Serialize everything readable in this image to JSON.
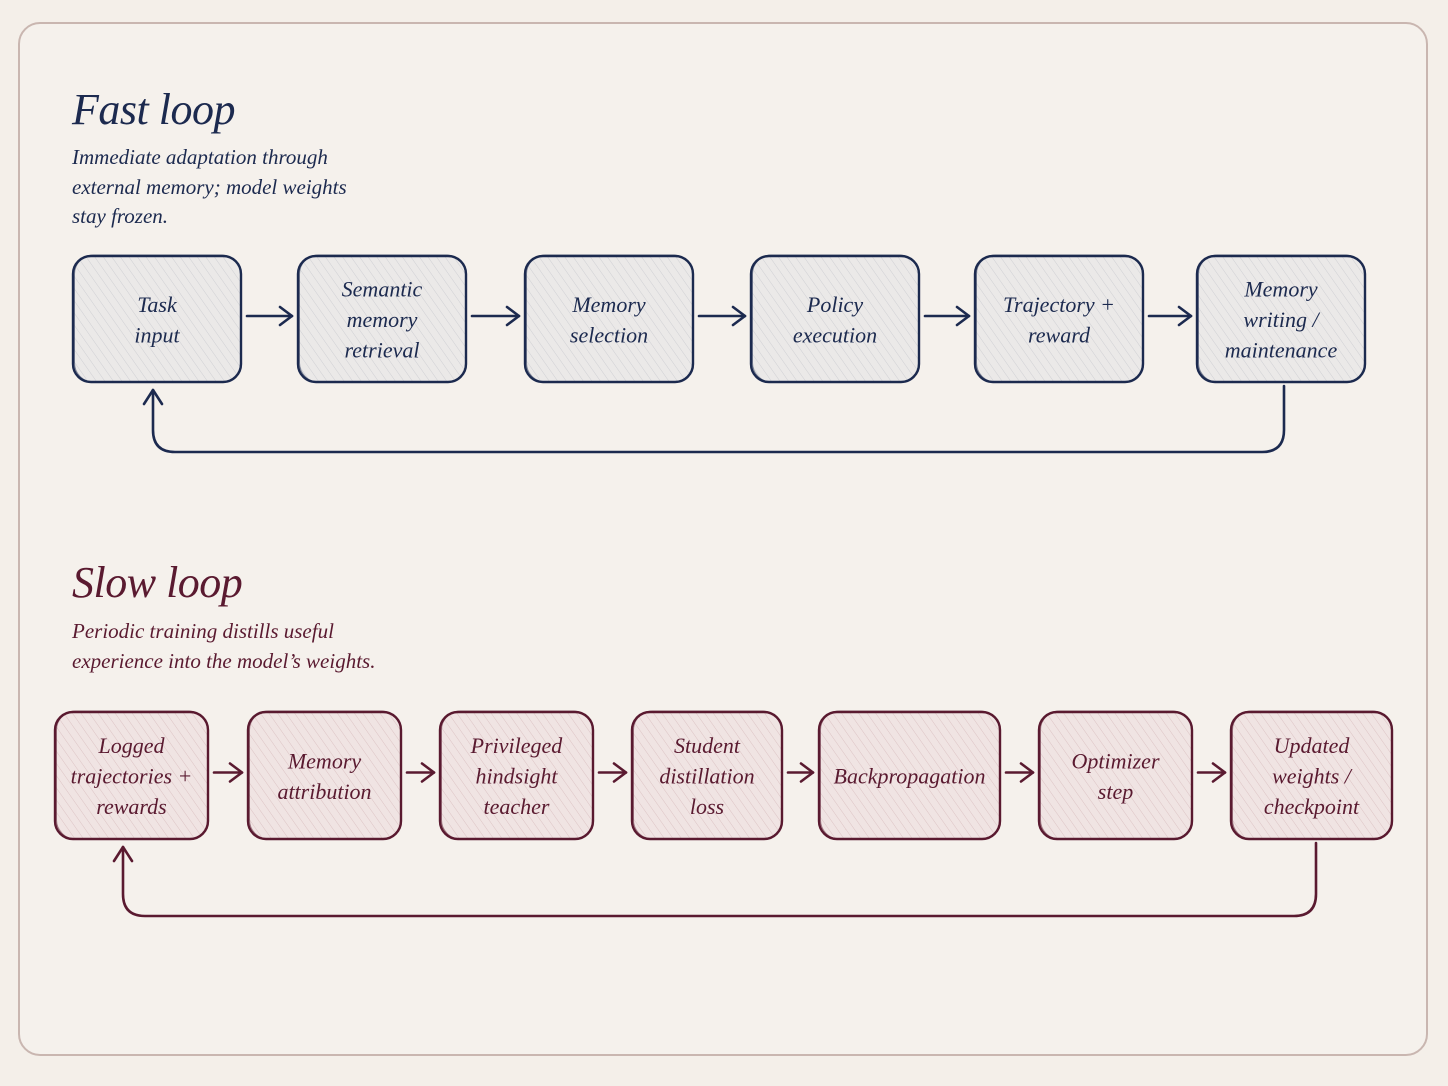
{
  "fast_loop": {
    "title": "Fast loop",
    "subtitle": "Immediate adaptation through external memory; model weights stay frozen.",
    "color": "#1c2a4f",
    "fill": "#e9e7e6",
    "nodes": [
      {
        "id": "task-input",
        "lines": [
          "Task",
          "input"
        ]
      },
      {
        "id": "semantic-memory-retrieval",
        "lines": [
          "Semantic",
          "memory",
          "retrieval"
        ]
      },
      {
        "id": "memory-selection",
        "lines": [
          "Memory",
          "selection"
        ]
      },
      {
        "id": "policy-execution",
        "lines": [
          "Policy",
          "execution"
        ]
      },
      {
        "id": "trajectory-reward",
        "lines": [
          "Trajectory +",
          "reward"
        ]
      },
      {
        "id": "memory-writing-maintenance",
        "lines": [
          "Memory",
          "writing /",
          "maintenance"
        ]
      }
    ]
  },
  "slow_loop": {
    "title": "Slow loop",
    "subtitle": "Periodic training distills useful experience into the model’s weights.",
    "color": "#5a1a30",
    "fill": "#efe2e2",
    "nodes": [
      {
        "id": "logged-trajectories-rewards",
        "lines": [
          "Logged",
          "trajectories +",
          "rewards"
        ]
      },
      {
        "id": "memory-attribution",
        "lines": [
          "Memory",
          "attribution"
        ]
      },
      {
        "id": "privileged-hindsight-teacher",
        "lines": [
          "Privileged",
          "hindsight",
          "teacher"
        ]
      },
      {
        "id": "student-distillation-loss",
        "lines": [
          "Student",
          "distillation",
          "loss"
        ]
      },
      {
        "id": "backpropagation",
        "lines": [
          "Backpropagation"
        ]
      },
      {
        "id": "optimizer-step",
        "lines": [
          "Optimizer",
          "step"
        ]
      },
      {
        "id": "updated-weights-checkpoint",
        "lines": [
          "Updated",
          "weights /",
          "checkpoint"
        ]
      }
    ]
  }
}
